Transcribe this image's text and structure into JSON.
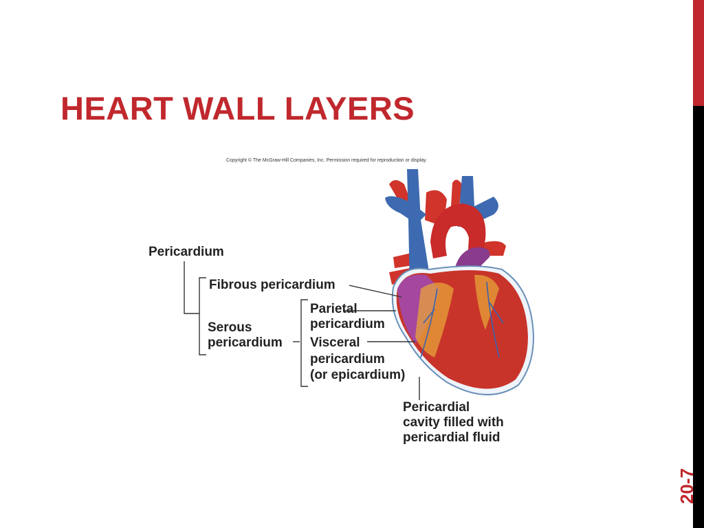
{
  "slide": {
    "title": "HEART WALL LAYERS",
    "slide_number": "20-7",
    "accent_color": "#c0282d"
  },
  "figure": {
    "copyright": "Copyright © The McGraw-Hill Companies, Inc. Permission required for reproduction or display.",
    "labels": {
      "pericardium": "Pericardium",
      "fibrous": "Fibrous pericardium",
      "serous_line1": "Serous",
      "serous_line2": "pericardium",
      "parietal_line1": "Parietal",
      "parietal_line2": "pericardium",
      "visceral_line1": "Visceral",
      "visceral_line2": "pericardium",
      "visceral_line3": "(or epicardium)",
      "cavity_line1": "Pericardial",
      "cavity_line2": "cavity filled with",
      "cavity_line3": "pericardial fluid"
    }
  }
}
